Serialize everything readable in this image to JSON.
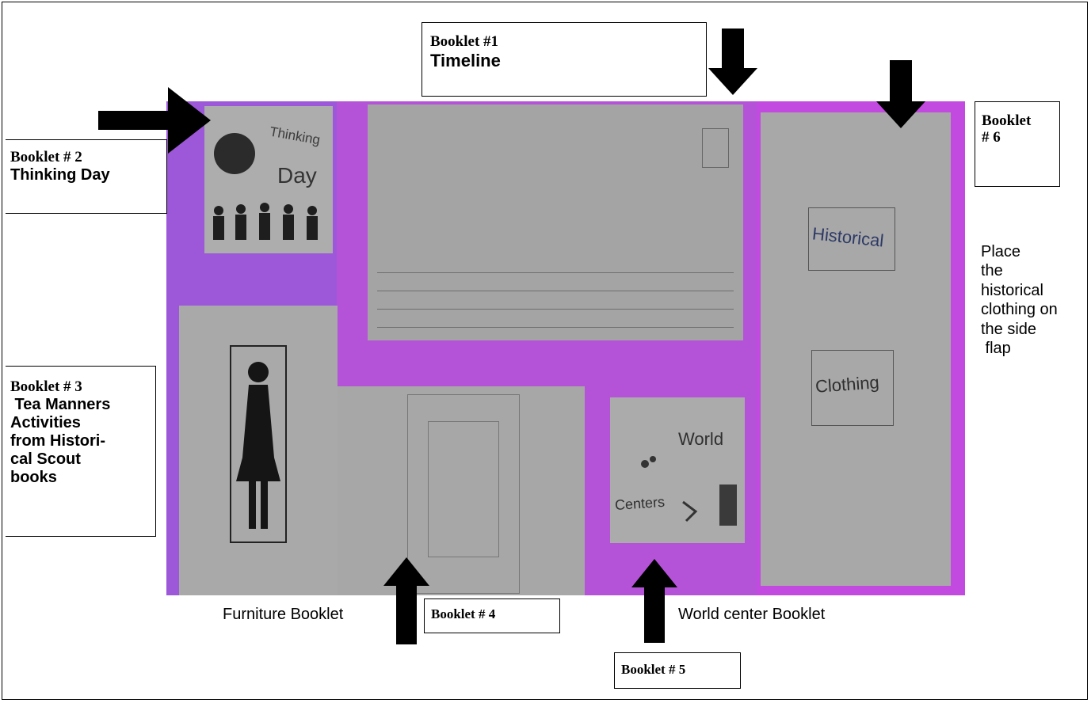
{
  "callouts": {
    "booklet1": {
      "title": "Booklet #1",
      "subtitle": "Timeline"
    },
    "booklet2": {
      "title": "Booklet # 2",
      "subtitle": "Thinking Day"
    },
    "booklet3": {
      "title": "Booklet # 3",
      "lines": [
        " Tea Manners",
        "Activities",
        "from Histori-",
        "cal Scout",
        "books"
      ]
    },
    "booklet4": {
      "title": "Booklet # 4"
    },
    "booklet5": {
      "title": "Booklet # 5"
    },
    "booklet6": {
      "title": "Booklet",
      "title2": "# 6"
    }
  },
  "notes": {
    "furniture": "Furniture Booklet",
    "world_center": "World center Booklet",
    "place_lines": [
      "Place",
      "the",
      "historical",
      "clothing on",
      "the side",
      " flap"
    ]
  },
  "photo": {
    "thinking_day": {
      "word1": "Thinking",
      "word2": "Day"
    },
    "historical_words": [
      "Historical",
      "Clothing"
    ],
    "world_centers": {
      "word1": "World",
      "word2": "Centers"
    }
  },
  "colors": {
    "folder_purple": "#9c58d8",
    "panel_gray": "#a5a5a5",
    "arrow": "#000000"
  }
}
